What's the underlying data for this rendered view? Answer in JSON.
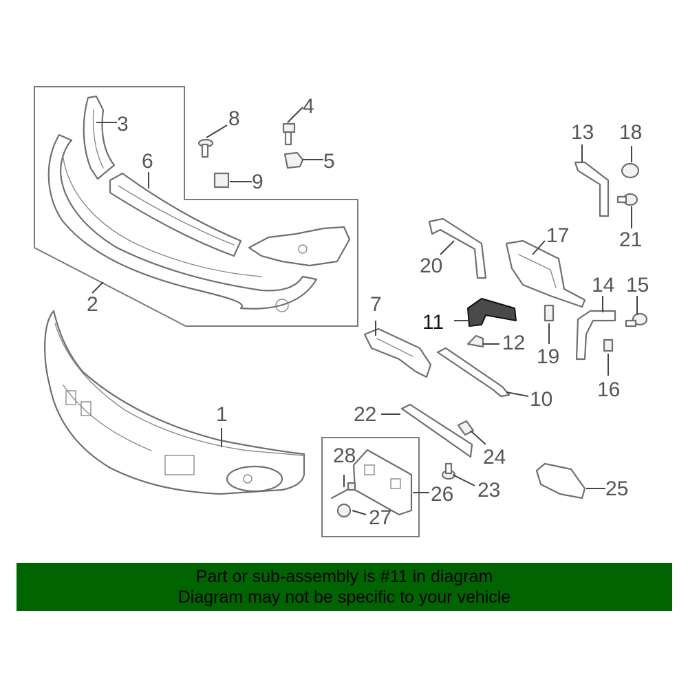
{
  "diagram": {
    "callouts": [
      {
        "id": "1",
        "text": "1"
      },
      {
        "id": "2",
        "text": "2"
      },
      {
        "id": "3",
        "text": "3"
      },
      {
        "id": "4",
        "text": "4"
      },
      {
        "id": "5",
        "text": "5"
      },
      {
        "id": "6",
        "text": "6"
      },
      {
        "id": "7",
        "text": "7"
      },
      {
        "id": "8",
        "text": "8"
      },
      {
        "id": "9",
        "text": "9"
      },
      {
        "id": "10",
        "text": "10"
      },
      {
        "id": "11",
        "text": "11"
      },
      {
        "id": "12",
        "text": "12"
      },
      {
        "id": "13",
        "text": "13"
      },
      {
        "id": "14",
        "text": "14"
      },
      {
        "id": "15",
        "text": "15"
      },
      {
        "id": "16",
        "text": "16"
      },
      {
        "id": "17",
        "text": "17"
      },
      {
        "id": "18",
        "text": "18"
      },
      {
        "id": "19",
        "text": "19"
      },
      {
        "id": "20",
        "text": "20"
      },
      {
        "id": "21",
        "text": "21"
      },
      {
        "id": "22",
        "text": "22"
      },
      {
        "id": "23",
        "text": "23"
      },
      {
        "id": "24",
        "text": "24"
      },
      {
        "id": "25",
        "text": "25"
      },
      {
        "id": "26",
        "text": "26"
      },
      {
        "id": "27",
        "text": "27"
      },
      {
        "id": "28",
        "text": "28"
      }
    ],
    "highlighted_part": "11",
    "highlight_color": "#4a4a4a"
  },
  "banner": {
    "line1": "Part or sub-assembly is #11 in diagram",
    "line2": "Diagram may not be specific to your vehicle",
    "color": "#006400"
  }
}
